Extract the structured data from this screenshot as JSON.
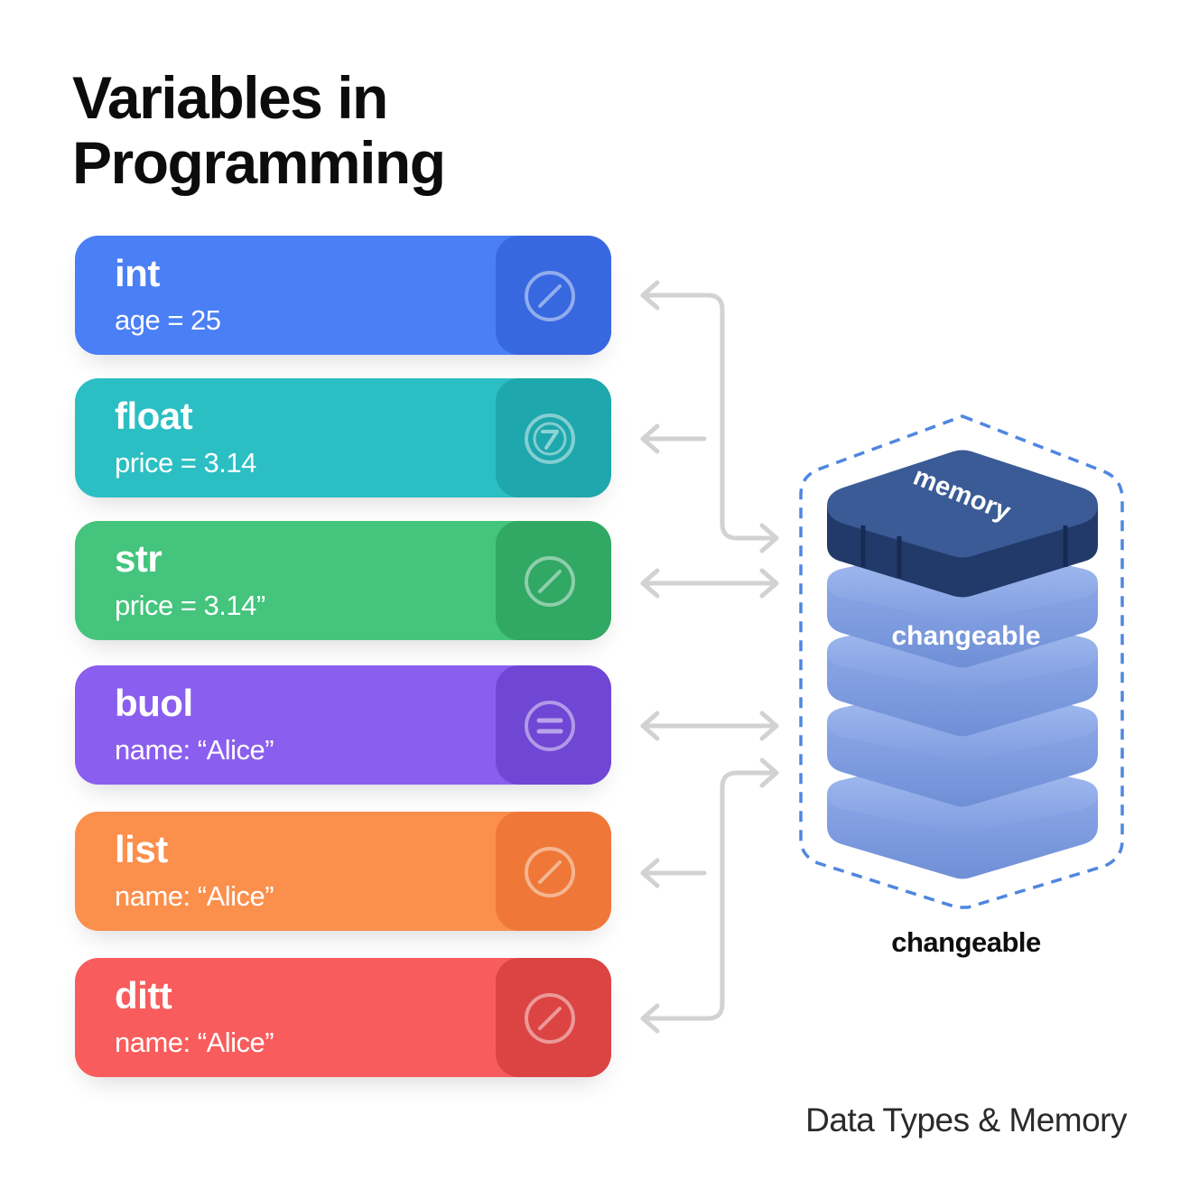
{
  "title_line1": "Variables in",
  "title_line2": "Programming",
  "cards": [
    {
      "type": "int",
      "value": "age = 25",
      "icon": "slash-circle-icon",
      "color": "#4a7ff5",
      "icon_bg": "#3868e0"
    },
    {
      "type": "float",
      "value": "price = 3.14",
      "icon": "seven-circle-icon",
      "color": "#2bbfc3",
      "icon_bg": "#1ea7ac"
    },
    {
      "type": "str",
      "value": "price = 3.14”",
      "icon": "slash-circle-icon",
      "color": "#44c47c",
      "icon_bg": "#31a864"
    },
    {
      "type": "buol",
      "value": "name: “Alice”",
      "icon": "equals-circle-icon",
      "color": "#8a5eee",
      "icon_bg": "#7046d4"
    },
    {
      "type": "list",
      "value": "name: “Alice”",
      "icon": "slash-circle-icon",
      "color": "#fb8f4c",
      "icon_bg": "#ef7838"
    },
    {
      "type": "ditt",
      "value": "name: “Alice”",
      "icon": "slash-circle-icon",
      "color": "#f85c5c",
      "icon_bg": "#dc4444"
    }
  ],
  "memory": {
    "top_label": "memory",
    "stack_label": "changeable",
    "caption": "changeable",
    "top_color": "#2f4a7e",
    "layer_color": "#8ea9e6"
  },
  "footer": "Data Types & Memory"
}
